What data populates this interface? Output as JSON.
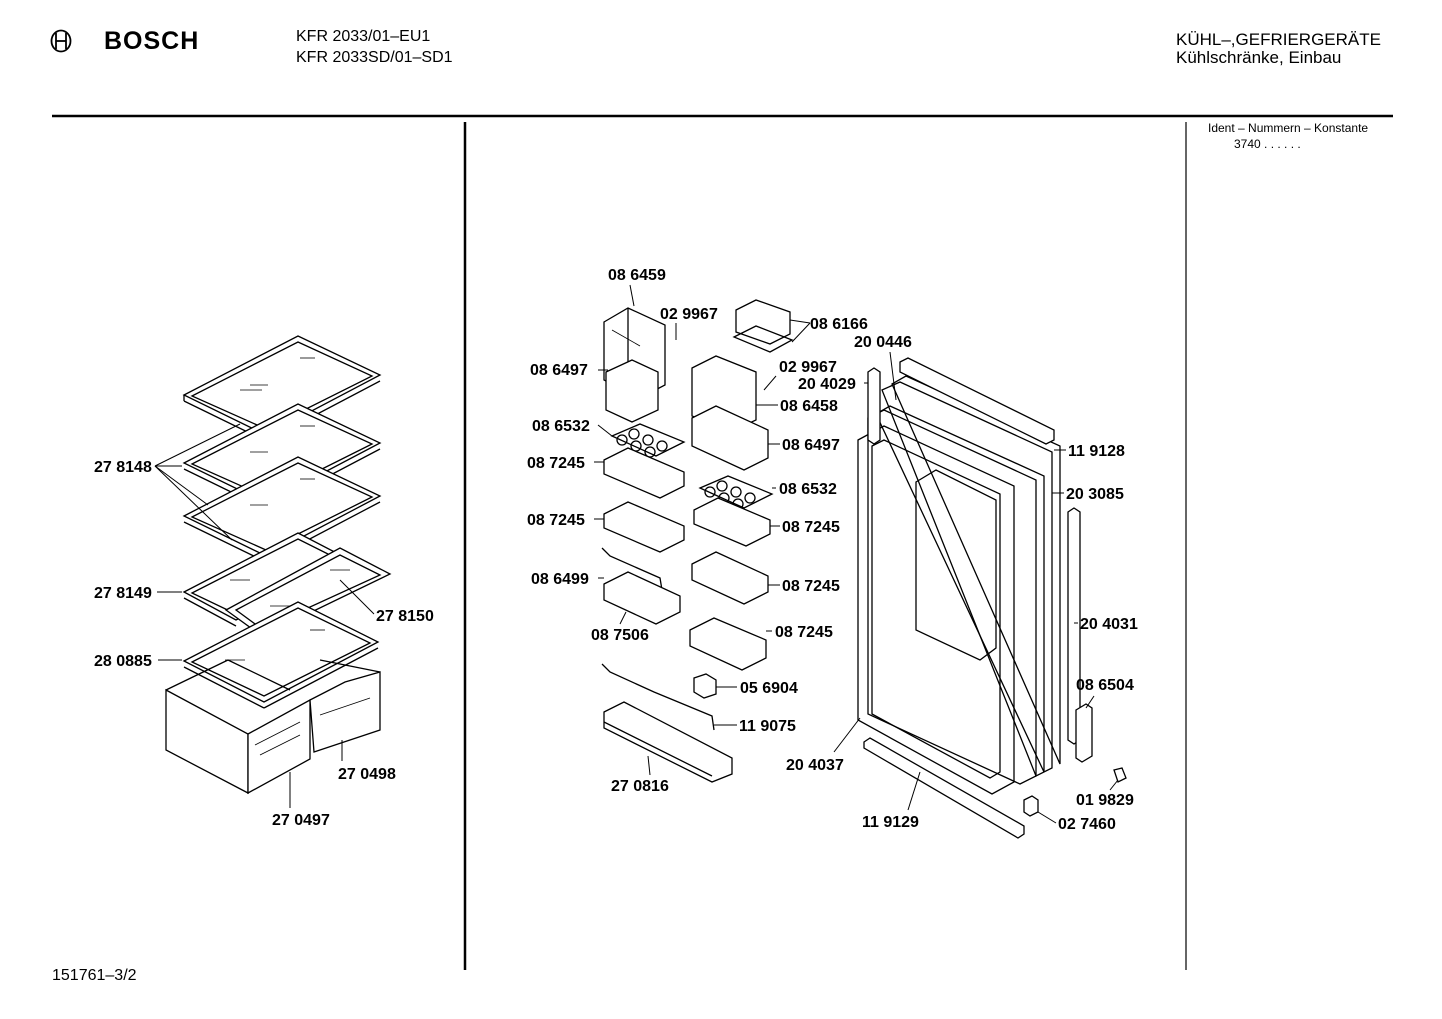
{
  "header": {
    "brand": "BOSCH",
    "models": [
      "KFR  2033/01–EU1",
      "KFR  2033SD/01–SD1"
    ],
    "category_line1": "KÜHL–,GEFRIERGERÄTE",
    "category_line2": "Kühlschränke, Einbau",
    "ident_label": "Ident – Nummern – Konstante",
    "ident_value": "3740  .  .    .  .  .  ."
  },
  "footer": {
    "doc_number": "151761–3/2"
  },
  "icons": {
    "logo": "bosch-armature-icon"
  },
  "parts": [
    {
      "id": "p-278148",
      "label": "27 8148"
    },
    {
      "id": "p-278149",
      "label": "27 8149"
    },
    {
      "id": "p-280885",
      "label": "28 0885"
    },
    {
      "id": "p-278150",
      "label": "27 8150"
    },
    {
      "id": "p-270498",
      "label": "27 0498"
    },
    {
      "id": "p-270497",
      "label": "27 0497"
    },
    {
      "id": "p-086459",
      "label": "08 6459"
    },
    {
      "id": "p-029967a",
      "label": "02 9967"
    },
    {
      "id": "p-086166",
      "label": "08 6166"
    },
    {
      "id": "p-086497a",
      "label": "08 6497"
    },
    {
      "id": "p-029967b",
      "label": "02 9967"
    },
    {
      "id": "p-086458",
      "label": "08 6458"
    },
    {
      "id": "p-086532a",
      "label": "08 6532"
    },
    {
      "id": "p-086497b",
      "label": "08 6497"
    },
    {
      "id": "p-087245a",
      "label": "08 7245"
    },
    {
      "id": "p-086532b",
      "label": "08 6532"
    },
    {
      "id": "p-087245b",
      "label": "08 7245"
    },
    {
      "id": "p-087245c",
      "label": "08 7245"
    },
    {
      "id": "p-086499",
      "label": "08 6499"
    },
    {
      "id": "p-087245d",
      "label": "08 7245"
    },
    {
      "id": "p-087506",
      "label": "08 7506"
    },
    {
      "id": "p-087245e",
      "label": "08 7245"
    },
    {
      "id": "p-056904",
      "label": "05 6904"
    },
    {
      "id": "p-119075",
      "label": "11 9075"
    },
    {
      "id": "p-270816",
      "label": "27 0816"
    },
    {
      "id": "p-200446",
      "label": "20 0446"
    },
    {
      "id": "p-204029",
      "label": "20 4029"
    },
    {
      "id": "p-119128",
      "label": "11 9128"
    },
    {
      "id": "p-203085",
      "label": "20 3085"
    },
    {
      "id": "p-204031",
      "label": "20 4031"
    },
    {
      "id": "p-086504",
      "label": "08 6504"
    },
    {
      "id": "p-204037",
      "label": "20 4037"
    },
    {
      "id": "p-019829",
      "label": "01 9829"
    },
    {
      "id": "p-119129",
      "label": "11 9129"
    },
    {
      "id": "p-027460",
      "label": "02 7460"
    }
  ]
}
